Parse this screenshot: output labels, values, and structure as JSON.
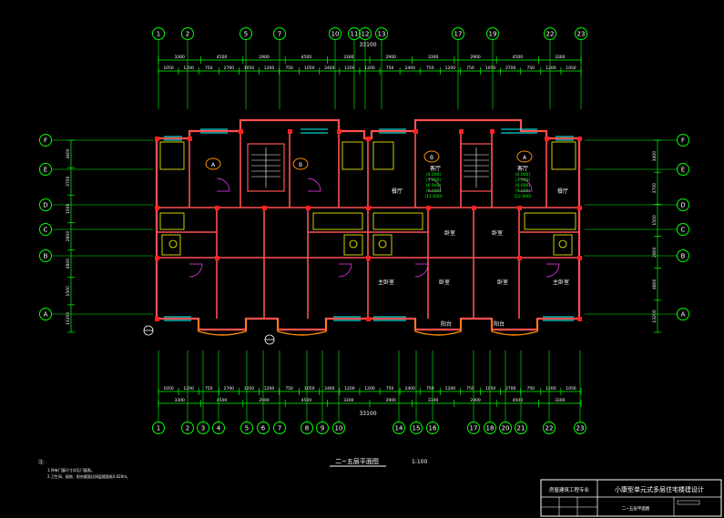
{
  "drawing": {
    "title": "二~五层平面图",
    "scale": "1:100",
    "notes_heading": "注:",
    "notes": [
      "1.所有门窗尺寸详见门窗表。",
      "2.卫生间、厨房、阳台楼面比同层楼面低0.020m。"
    ],
    "total_width_top": "33100",
    "total_width_bottom": "33100"
  },
  "title_block": {
    "school": "房屋建筑工程专业",
    "project": "小康型单元式多层住宅楼建设计",
    "sheet": "二~五层平面图"
  },
  "grid": {
    "top_axes": [
      "1",
      "2",
      "5",
      "7",
      "10",
      "11",
      "12",
      "13",
      "17",
      "19",
      "22",
      "23"
    ],
    "bottom_axes": [
      "1",
      "2",
      "3",
      "4",
      "5",
      "6",
      "7",
      "8",
      "9",
      "10",
      "14",
      "15",
      "16",
      "17",
      "18",
      "20",
      "21",
      "22",
      "23"
    ],
    "left_axes": [
      "F",
      "E",
      "D",
      "C",
      "B",
      "A"
    ],
    "right_axes": [
      "F",
      "E",
      "D",
      "C",
      "B",
      "A"
    ]
  },
  "dimensions": {
    "top_row1": [
      "3300",
      "4500",
      "2900",
      "4500",
      "3300",
      "2900",
      "3300",
      "2900",
      "4500",
      "3300"
    ],
    "top_row2": [
      "1050",
      "1200",
      "750",
      "2700",
      "1050",
      "1200",
      "750",
      "1050",
      "2400",
      "1200",
      "1200",
      "750",
      "2400",
      "750",
      "1200",
      "750",
      "1050",
      "2700",
      "750",
      "1200",
      "1050"
    ],
    "left_vertical": [
      "3400",
      "3700",
      "1500",
      "2800",
      "4800",
      "1500",
      "13200"
    ],
    "right_vertical": [
      "3400",
      "3700",
      "1500",
      "2800",
      "4800",
      "13200"
    ],
    "bottom_row1": [
      "1050",
      "1200",
      "750",
      "2700",
      "1050",
      "1200",
      "750",
      "1050",
      "2400",
      "1200",
      "1200",
      "750",
      "2400",
      "750",
      "1200",
      "750",
      "1050",
      "2700",
      "750",
      "1200",
      "1050"
    ],
    "bottom_row2": [
      "3300",
      "4500",
      "2900",
      "4500",
      "3300",
      "2900",
      "3300",
      "2900",
      "4500",
      "3300"
    ]
  },
  "rooms": {
    "unit_a_label": "A",
    "unit_b_label": "B",
    "living": "客厅",
    "dining": "餐厅",
    "bedroom": "卧室",
    "master_bedroom": "主卧室",
    "balcony": "阳台",
    "elevations": [
      "(0.000)",
      "(3.000)",
      "(6.000)",
      "(9.000)",
      "(12.000)"
    ]
  },
  "colors": {
    "wall": "#ff5050",
    "wall_fill": "#ff2020",
    "dimension": "#00ff00",
    "furniture": "#ffff00",
    "window": "#00ffff",
    "text": "#ffffff",
    "balcony": "#ff8c00",
    "door": "#ff40ff"
  }
}
